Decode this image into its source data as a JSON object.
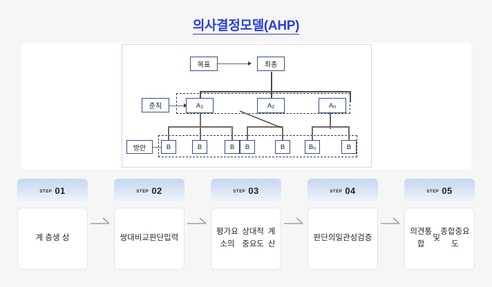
{
  "page": {
    "title": "의사결정모델(AHP)",
    "title_color": "#2b3fd6",
    "background": "#f6f6f7"
  },
  "diagram": {
    "name": "ahp-hierarchy-diagram",
    "border_color": "#2f4f86",
    "line_color": "#6a6a6a",
    "dash_color": "#333333",
    "goal_node": "목표",
    "final_node": "최종",
    "criteria_label": "준칙",
    "alternatives_label": "방안",
    "criteria_nodes": [
      {
        "base": "A",
        "sub": "1"
      },
      {
        "base": "A",
        "sub": "2"
      },
      {
        "base": "A",
        "sub": "n"
      }
    ],
    "alternative_nodes": [
      {
        "base": "B",
        "sub": ""
      },
      {
        "base": "B",
        "sub": ""
      },
      {
        "base": "B",
        "sub": ""
      },
      {
        "base": "B",
        "sub": ""
      },
      {
        "base": "B",
        "sub": ""
      },
      {
        "base": "B",
        "sub": "n"
      },
      {
        "base": "B",
        "sub": ""
      }
    ]
  },
  "steps": {
    "word_label": "step",
    "items": [
      {
        "num": "01",
        "lines": [
          "계 층",
          "생 성"
        ]
      },
      {
        "num": "02",
        "lines": [
          "쌍대비교",
          "판단입력"
        ]
      },
      {
        "num": "03",
        "lines": [
          "평가요소의",
          "상대적중요도",
          "계산"
        ]
      },
      {
        "num": "04",
        "lines": [
          "판단의",
          "일관성검증"
        ]
      },
      {
        "num": "05",
        "lines": [
          "의견통합",
          "및",
          "종합중요도"
        ]
      }
    ]
  }
}
